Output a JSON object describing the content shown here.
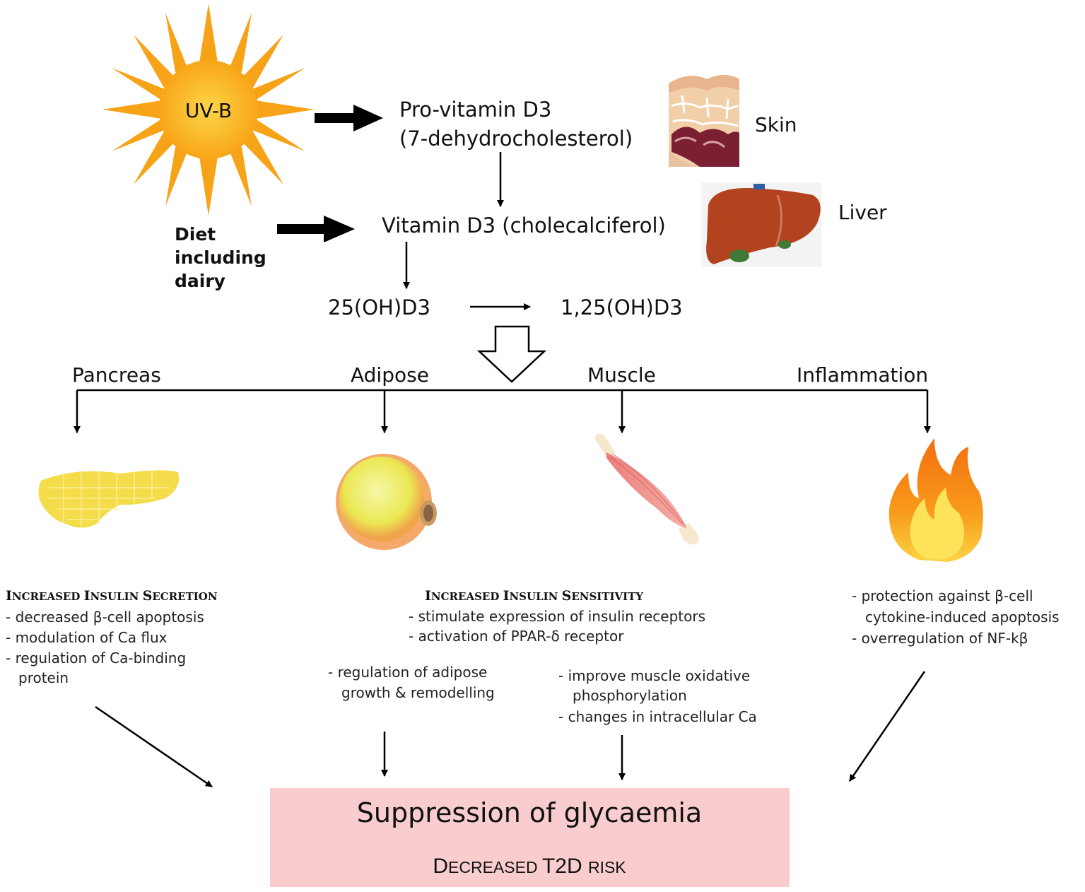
{
  "sun_label": "UV-B",
  "provitamin": {
    "line1": "Pro-vitamin D3",
    "line2": "(7-dehydrocholesterol)"
  },
  "skin_label": "Skin",
  "liver_label": "Liver",
  "diet": {
    "line1": "Diet",
    "line2": "including",
    "line3": "dairy"
  },
  "vitamin_d3": "Vitamin D3 (cholecalciferol)",
  "metabolite_25": "25(OH)D3",
  "metabolite_125": "1,25(OH)D3",
  "targets": {
    "pancreas": "Pancreas",
    "adipose": "Adipose",
    "muscle": "Muscle",
    "inflammation": "Inflammation"
  },
  "secretion": {
    "heading_cap1": "I",
    "heading_rest1": "NCREASED ",
    "heading_cap2": "I",
    "heading_rest2": "NSULIN ",
    "heading_cap3": "S",
    "heading_rest3": "ECRETION",
    "items": [
      "- decreased β-cell apoptosis",
      "- modulation of Ca flux",
      "- regulation of Ca-binding",
      "protein"
    ]
  },
  "sensitivity": {
    "heading_cap1": "I",
    "heading_rest1": "NCREASED ",
    "heading_cap2": "I",
    "heading_rest2": "NSULIN ",
    "heading_cap3": "S",
    "heading_rest3": "ENSITIVITY",
    "items": [
      "- stimulate expression of insulin receptors",
      "- activation of PPAR-δ receptor"
    ]
  },
  "adipose_notes": [
    "- regulation of adipose",
    "growth & remodelling"
  ],
  "muscle_notes": [
    "- improve muscle oxidative",
    "phosphorylation",
    "- changes in intracellular Ca"
  ],
  "inflammation_notes": [
    "- protection against β-cell",
    "cytokine-induced apoptosis",
    "- overregulation of NF-kβ"
  ],
  "outcome": {
    "title": "Suppression of glycaemia",
    "sub_cap1": "D",
    "sub_rest1": "ECREASED ",
    "sub_mid": "T2D ",
    "sub_rest2": "RISK"
  },
  "colors": {
    "sun_core": "#fbb726",
    "sun_rays": "#f7a318",
    "liver": "#b2431e",
    "outcome_box": "#f9cdcd",
    "fire_outer": "#f57a12",
    "fire_inner": "#fce35a"
  }
}
